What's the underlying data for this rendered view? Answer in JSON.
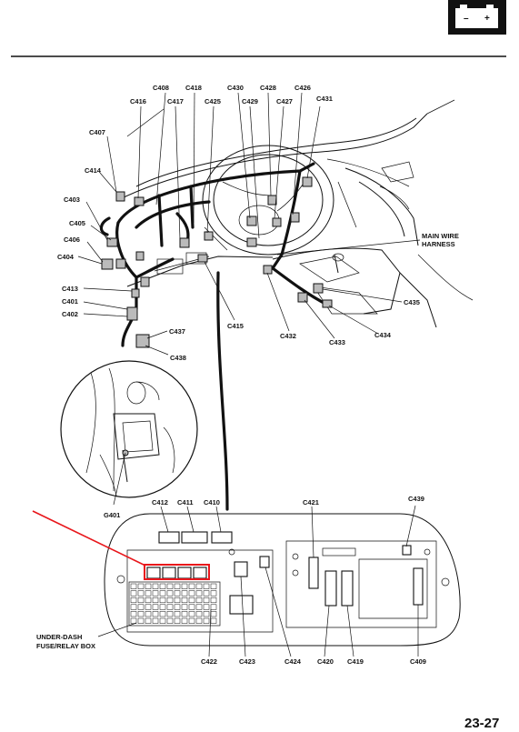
{
  "page_number": "23-27",
  "battery_icon": {
    "minus": "–",
    "plus": "+"
  },
  "callouts": {
    "c408": "C408",
    "c418": "C418",
    "c430": "C430",
    "c428": "C428",
    "c426": "C426",
    "c416": "C416",
    "c417": "C417",
    "c425": "C425",
    "c429": "C429",
    "c427": "C427",
    "c431": "C431",
    "c407": "C407",
    "c414": "C414",
    "c403": "C403",
    "c405": "C405",
    "c406": "C406",
    "c404": "C404",
    "c413": "C413",
    "c401": "C401",
    "c402": "C402",
    "c437": "C437",
    "c438": "C438",
    "c415": "C415",
    "c432": "C432",
    "c433": "C433",
    "c434": "C434",
    "c435": "C435",
    "main_wire_1": "MAIN WIRE",
    "main_wire_2": "HARNESS",
    "g401": "G401",
    "c412": "C412",
    "c411": "C411",
    "c410": "C410",
    "c421": "C421",
    "c439": "C439",
    "fuse_box_1": "UNDER-DASH",
    "fuse_box_2": "FUSE/RELAY BOX",
    "c422": "C422",
    "c423": "C423",
    "c424": "C424",
    "c420": "C420",
    "c419": "C419",
    "c409": "C409"
  },
  "colors": {
    "highlight": "#e8161b",
    "ink": "#111111"
  }
}
